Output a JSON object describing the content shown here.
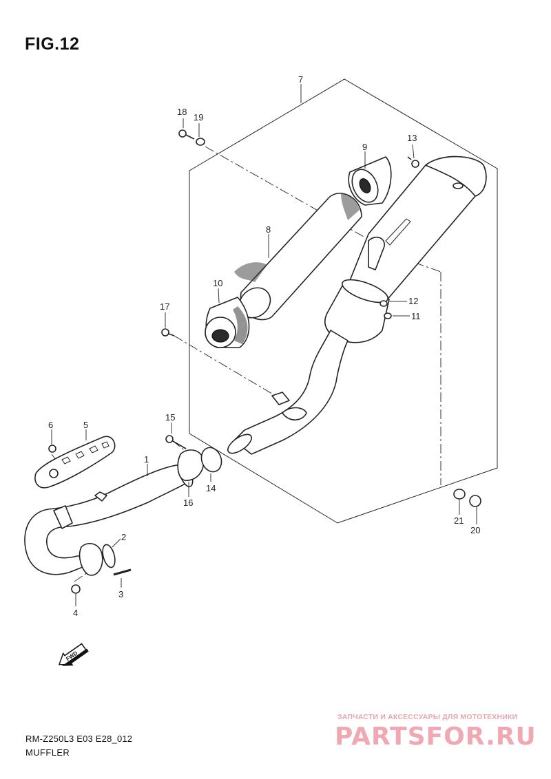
{
  "figure": {
    "title": "FIG.12",
    "model_code": "RM-Z250L3 E03 E28_012",
    "name": "MUFFLER"
  },
  "callouts": [
    "1",
    "2",
    "3",
    "4",
    "5",
    "6",
    "7",
    "8",
    "9",
    "10",
    "11",
    "12",
    "13",
    "14",
    "15",
    "16",
    "17",
    "18",
    "19",
    "20",
    "21"
  ],
  "direction_marker": "FWD",
  "watermark": {
    "tagline": "ЗАПЧАСТИ И АКСЕССУАРЫ ДЛЯ МОТОТЕХНИКИ",
    "brand": "PARTSFOR.RU",
    "color": "#f0a8b2"
  }
}
